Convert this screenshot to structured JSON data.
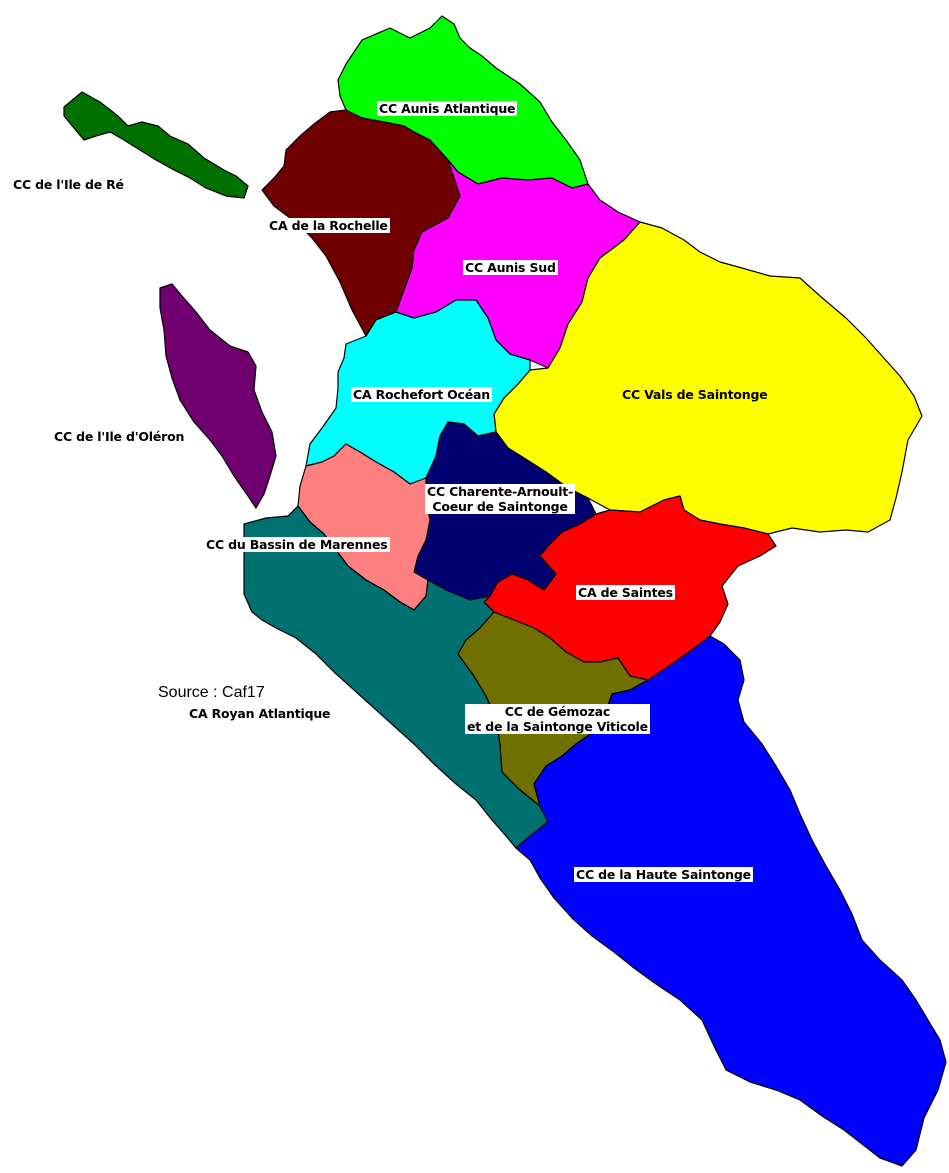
{
  "map": {
    "source": "Source : Caf17",
    "regions": [
      {
        "id": "ile-de-re",
        "label": "CC de l'Ile de Ré",
        "color": "#007000"
      },
      {
        "id": "aunis-atlantique",
        "label": "CC Aunis Atlantique",
        "color": "#00ff00"
      },
      {
        "id": "la-rochelle",
        "label": "CA de la Rochelle",
        "color": "#700000"
      },
      {
        "id": "aunis-sud",
        "label": "CC Aunis Sud",
        "color": "#ff00ff"
      },
      {
        "id": "vals-de-saintonge",
        "label": "CC Vals de Saintonge",
        "color": "#ffff00"
      },
      {
        "id": "ile-doleron",
        "label": "CC de l'Ile d'Oléron",
        "color": "#700070"
      },
      {
        "id": "rochefort-ocean",
        "label": "CA Rochefort Océan",
        "color": "#00ffff"
      },
      {
        "id": "charente-arnoult",
        "label_line1": "CC Charente-Arnoult-",
        "label_line2": "Coeur de Saintonge",
        "color": "#000070"
      },
      {
        "id": "bassin-de-marennes",
        "label": "CC du Bassin de Marennes",
        "color": "#ff8080"
      },
      {
        "id": "saintes",
        "label": "CA de Saintes",
        "color": "#ff0000"
      },
      {
        "id": "royan-atlantique",
        "label": "CA Royan Atlantique",
        "color": "#007070"
      },
      {
        "id": "gemozac",
        "label_line1": "CC de Gémozac",
        "label_line2": "et de la Saintonge Viticole",
        "color": "#707000"
      },
      {
        "id": "haute-saintonge",
        "label": "CC de la Haute Saintonge",
        "color": "#0000ff"
      }
    ]
  }
}
